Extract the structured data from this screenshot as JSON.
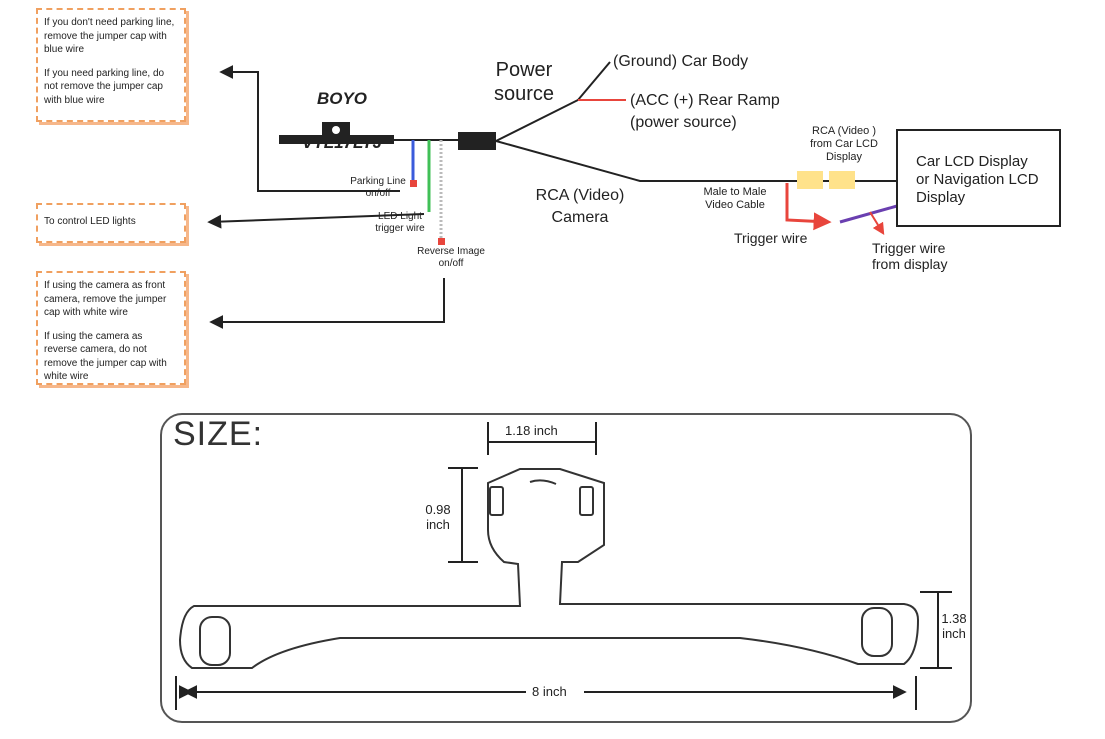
{
  "notes": {
    "parking": {
      "p1": "If you don't need parking line, remove the jumper cap with blue wire",
      "p2": "If you need parking line, do not remove the jumper cap with blue wire"
    },
    "led": {
      "p1": "To control LED lights"
    },
    "camera": {
      "p1": "If using the camera as front camera, remove the jumper cap with white wire",
      "p2": "If using the camera  as reverse camera, do not remove the jumper cap with white wire"
    }
  },
  "brand": {
    "line1": "BOYO",
    "line2": "VTL17LTJ"
  },
  "power_source": "Power\nsource",
  "ground": "(Ground) Car Body",
  "acc": "(ACC (+) Rear Ramp\n(power source)",
  "rca_camera": "RCA (Video)\nCamera",
  "male_cable": "Male to Male\nVideo Cable",
  "rca_from_display": "RCA (Video )\nfrom Car LCD\nDisplay",
  "display": "Car LCD Display\nor Navigation LCD\nDisplay",
  "trigger_wire": "Trigger wire",
  "trigger_from_display": "Trigger wire\nfrom display",
  "parking_line": "Parking Line\non/off",
  "led_trigger": "LED Light\ntrigger wire",
  "reverse_image": "Reverse Image\non/off",
  "size": {
    "title": "SIZE:",
    "dim_width_top": "1.18 inch",
    "dim_height_top": "0.98\ninch",
    "dim_height_right": "1.38\ninch",
    "dim_length": "8 inch"
  },
  "colors": {
    "note_border": "#f0a060",
    "blue_wire": "#3b5bdb",
    "green_wire": "#40c057",
    "white_wire": "#bbbbbb",
    "red_wire": "#e8453c",
    "purple_wire": "#6a3fb0",
    "connector_yellow": "#ffe28a"
  }
}
